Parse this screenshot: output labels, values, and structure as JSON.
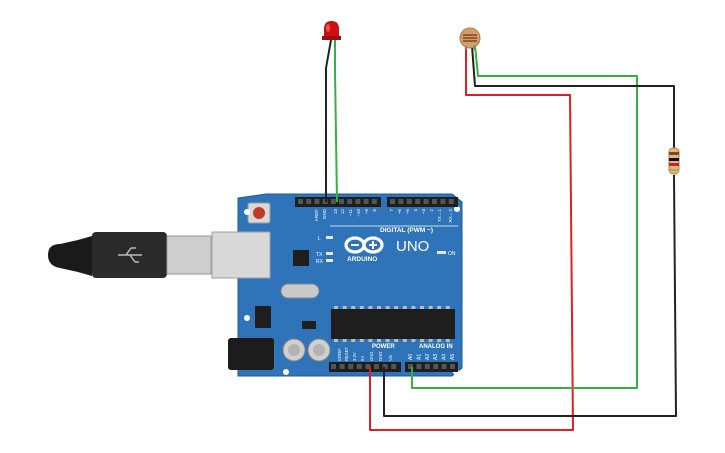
{
  "board": {
    "name": "UNO",
    "brand": "ARDUINO",
    "digital_label": "DIGITAL (PWM ~)",
    "analog_label": "ANALOG IN",
    "power_label": "POWER",
    "on_label": "ON",
    "led_l": "L",
    "led_tx": "TX",
    "led_rx": "RX",
    "top_pins": [
      "AREF",
      "GND",
      "13",
      "12",
      "~11",
      "~10",
      "~9",
      "8",
      "7",
      "~6",
      "~5",
      "4",
      "~3",
      "2",
      "TX→1",
      "RX←0"
    ],
    "power_pins": [
      "IOREF",
      "RESET",
      "3.3V",
      "5V",
      "GND",
      "GND",
      "Vin"
    ],
    "analog_pins": [
      "A0",
      "A1",
      "A2",
      "A3",
      "A4",
      "A5"
    ]
  },
  "colors": {
    "board": "#2f73b8",
    "board_edge": "#1f5a97",
    "wire_red": "#e02020",
    "wire_green": "#38b040",
    "wire_black": "#222222",
    "led": "#cc1010"
  },
  "components": {
    "led": "red-led",
    "photoresistor": "photoresistor",
    "resistor": "resistor",
    "usb": "usb-cable"
  }
}
